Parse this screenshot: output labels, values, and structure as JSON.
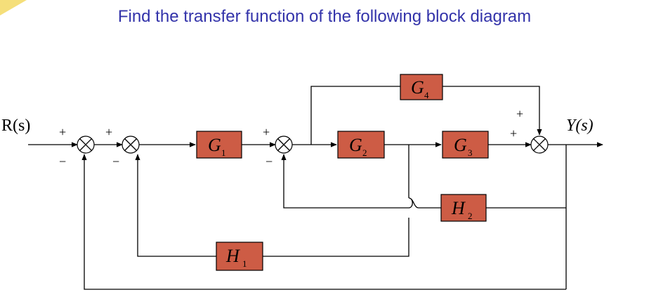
{
  "title": "Find the transfer function of the following block diagram",
  "signals": {
    "input": "R(s)",
    "output": "Y(s)"
  },
  "blocks": {
    "G1": {
      "letter": "G",
      "sub": "1"
    },
    "G2": {
      "letter": "G",
      "sub": "2"
    },
    "G3": {
      "letter": "G",
      "sub": "3"
    },
    "G4": {
      "letter": "G",
      "sub": "4"
    },
    "H1": {
      "letter": "H",
      "sub": "1"
    },
    "H2": {
      "letter": "H",
      "sub": "2"
    }
  },
  "signs": {
    "sum1_in": "+",
    "sum1_fb": "−",
    "sum2_in": "+",
    "sum2_fb": "−",
    "sum3_in": "+",
    "sum3_fb": "−",
    "sum4_in": "+",
    "sum4_ff": "+"
  },
  "colors": {
    "block_fill": "#cd5c45",
    "title": "#3333aa"
  }
}
